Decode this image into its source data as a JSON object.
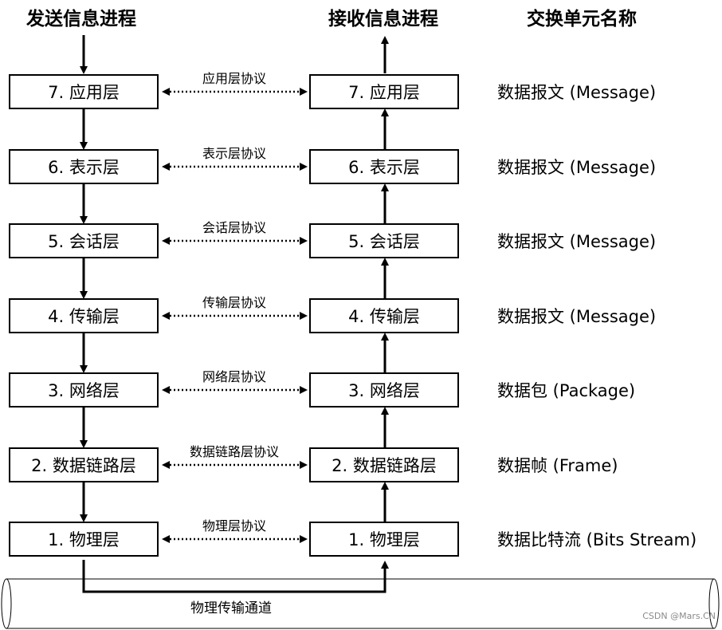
{
  "headers": {
    "sender": "发送信息进程",
    "receiver": "接收信息进程",
    "unit": "交换单元名称"
  },
  "layers": [
    {
      "sender_label": "7. 应用层",
      "receiver_label": "7. 应用层",
      "protocol": "应用层协议",
      "unit": "数据报文 (Message)"
    },
    {
      "sender_label": "6. 表示层",
      "receiver_label": "6. 表示层",
      "protocol": "表示层协议",
      "unit": "数据报文 (Message)"
    },
    {
      "sender_label": "5. 会话层",
      "receiver_label": "5. 会话层",
      "protocol": "会话层协议",
      "unit": "数据报文 (Message)"
    },
    {
      "sender_label": "4. 传输层",
      "receiver_label": "4. 传输层",
      "protocol": "传输层协议",
      "unit": "数据报文 (Message)"
    },
    {
      "sender_label": "3. 网络层",
      "receiver_label": "3. 网络层",
      "protocol": "网络层协议",
      "unit": "数据包 (Package)"
    },
    {
      "sender_label": "2. 数据链路层",
      "receiver_label": "2. 数据链路层",
      "protocol": "数据链路层协议",
      "unit": "数据帧 (Frame)"
    },
    {
      "sender_label": "1. 物理层",
      "receiver_label": "1. 物理层",
      "protocol": "物理层协议",
      "unit": "数据比特流 (Bits Stream)"
    }
  ],
  "channel": {
    "label": "物理传输通道"
  },
  "watermark": "CSDN @Mars.CN"
}
